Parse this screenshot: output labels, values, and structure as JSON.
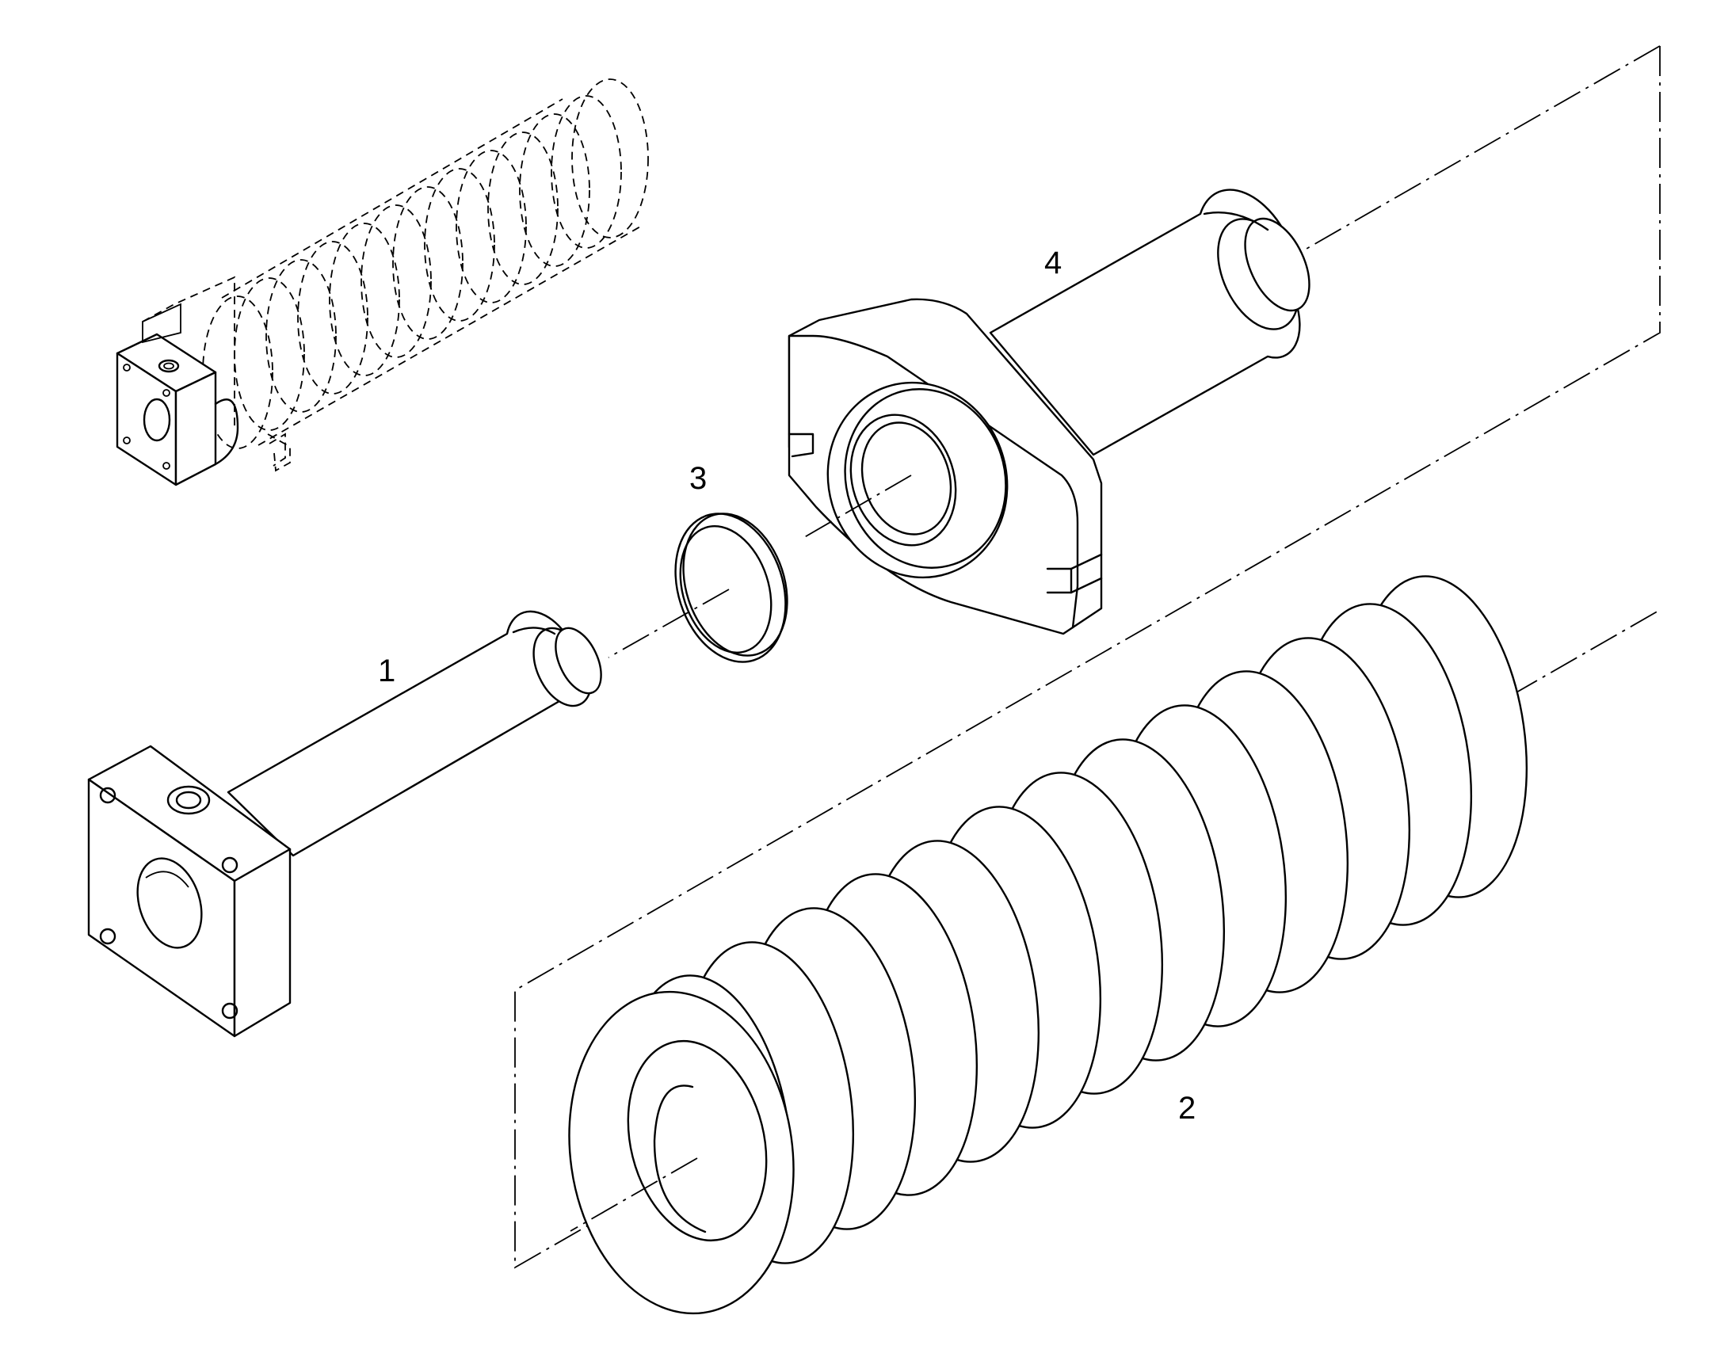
{
  "diagram": {
    "parts": [
      {
        "number": "1",
        "name": "rod-with-square-flange"
      },
      {
        "number": "2",
        "name": "coil-spring"
      },
      {
        "number": "3",
        "name": "ring"
      },
      {
        "number": "4",
        "name": "cylinder-with-bracket"
      }
    ]
  }
}
